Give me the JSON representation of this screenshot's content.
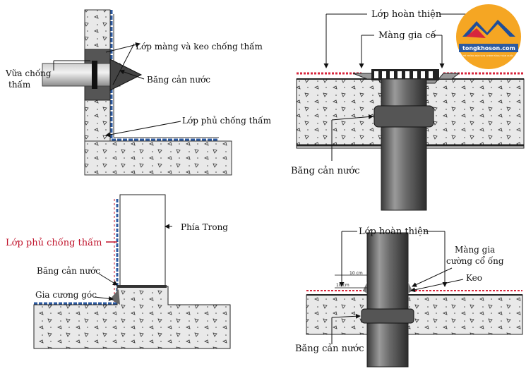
{
  "brand": {
    "name": "tongkhoson.com",
    "tagline": "HỆ THỐNG BÁN SƠN CHÍNH HÃNG TOÀN QUỐC",
    "colors": {
      "circle": "#f5a623",
      "roof_red": "#d7263d",
      "roof_blue": "#1f4e99",
      "bar": "#2c5aa0"
    }
  },
  "panel_a": {
    "labels": {
      "seal_layer": "Lớp màng và keo chống thấm",
      "mortar_line1": "Vữa chống",
      "mortar_line2": "thấm",
      "water_stop": "Băng cản nước",
      "coating": "Lớp phủ chống thấm"
    }
  },
  "panel_b": {
    "labels": {
      "finish": "Lớp hoàn thiện",
      "reinforce": "Màng gia cố",
      "water_stop": "Băng cản nước"
    }
  },
  "panel_c": {
    "labels": {
      "coating": "Lớp phủ chống thấm",
      "inside": "Phía Trong",
      "water_stop": "Băng cản nước",
      "corner": "Gia cương góc"
    }
  },
  "panel_d": {
    "labels": {
      "finish": "Lớp hoàn thiện",
      "pipe_reinforce_line1": "Màng gia",
      "pipe_reinforce_line2": "cường cổ ống",
      "glue": "Keo",
      "water_stop": "Băng cản nước",
      "dim_top": "10 cm",
      "dim_side": "10 cm"
    }
  }
}
